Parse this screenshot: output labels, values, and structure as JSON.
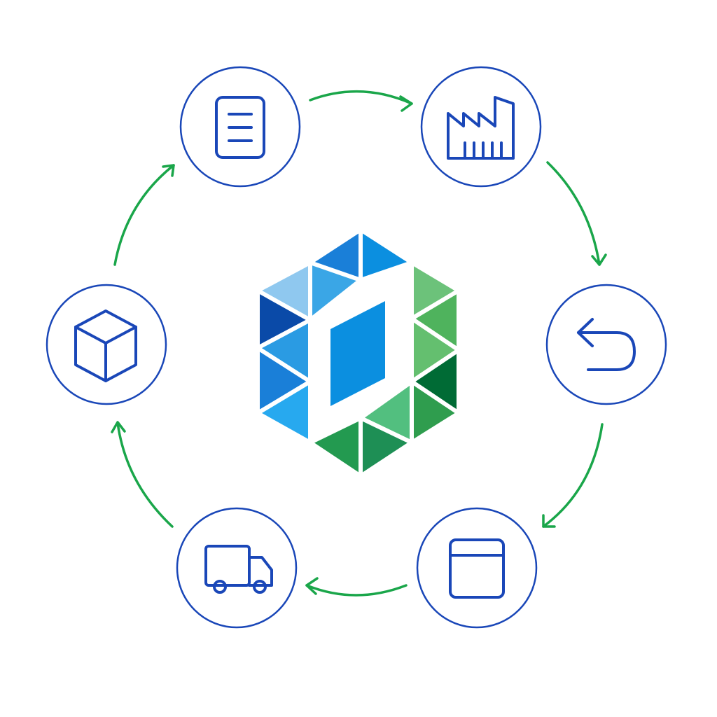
{
  "diagram": {
    "nodes": [
      {
        "id": "document",
        "icon": "document-icon"
      },
      {
        "id": "factory",
        "icon": "factory-icon"
      },
      {
        "id": "return",
        "icon": "return-arrow-icon"
      },
      {
        "id": "window",
        "icon": "browser-window-icon"
      },
      {
        "id": "truck",
        "icon": "delivery-truck-icon"
      },
      {
        "id": "box",
        "icon": "package-cube-icon"
      }
    ],
    "flow": [
      "document",
      "factory",
      "return",
      "window",
      "truck",
      "box",
      "document"
    ],
    "colors": {
      "node_stroke": "#1a47b8",
      "arrow": "#1aa64a",
      "logo_blues": [
        "#8fc8ef",
        "#3aa6e6",
        "#0b8fe0",
        "#0a4aa8",
        "#2a9be3",
        "#1a7fd8",
        "#27a9ef"
      ],
      "logo_greens": [
        "#6cc27a",
        "#4fb35d",
        "#64bf6f",
        "#006b35",
        "#2f9d4e",
        "#52bf7f",
        "#239a50",
        "#1e8f55"
      ],
      "logo_center": "#0b8fe0"
    }
  }
}
